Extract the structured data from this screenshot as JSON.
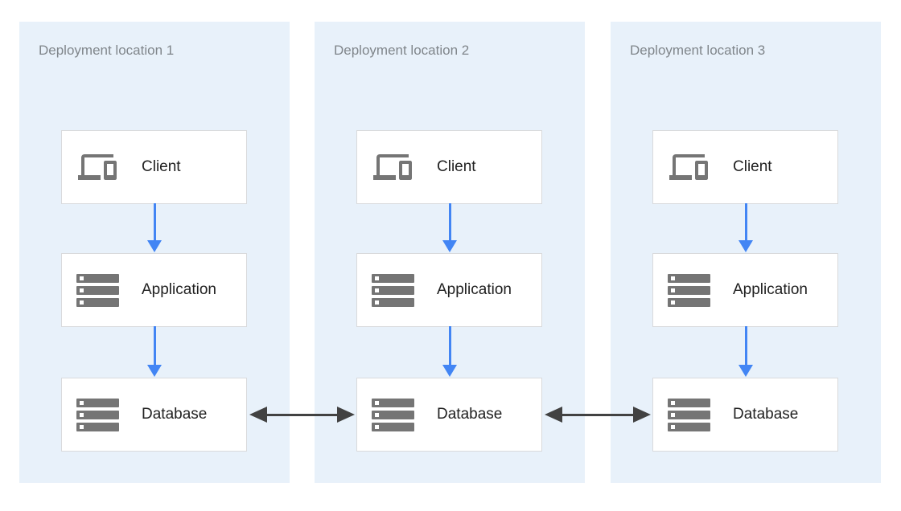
{
  "colors": {
    "panel_bg": "#e8f1fa",
    "box_border": "#d9dadc",
    "icon_gray": "#757575",
    "label_text": "#212121",
    "title_text": "#80868b",
    "flow_arrow": "#4285f4",
    "sync_arrow": "#424242"
  },
  "diagram": {
    "locations": [
      {
        "title": "Deployment location 1",
        "nodes": [
          {
            "label": "Client",
            "icon": "devices-icon"
          },
          {
            "label": "Application",
            "icon": "server-stack-icon"
          },
          {
            "label": "Database",
            "icon": "server-stack-icon"
          }
        ]
      },
      {
        "title": "Deployment location 2",
        "nodes": [
          {
            "label": "Client",
            "icon": "devices-icon"
          },
          {
            "label": "Application",
            "icon": "server-stack-icon"
          },
          {
            "label": "Database",
            "icon": "server-stack-icon"
          }
        ]
      },
      {
        "title": "Deployment location 3",
        "nodes": [
          {
            "label": "Client",
            "icon": "devices-icon"
          },
          {
            "label": "Application",
            "icon": "server-stack-icon"
          },
          {
            "label": "Database",
            "icon": "server-stack-icon"
          }
        ]
      }
    ],
    "flows": [
      {
        "from": "Client",
        "to": "Application",
        "type": "directed-down"
      },
      {
        "from": "Application",
        "to": "Database",
        "type": "directed-down"
      }
    ],
    "db_sync_links": [
      {
        "between": [
          "Deployment location 1 Database",
          "Deployment location 2 Database"
        ],
        "type": "bidirectional"
      },
      {
        "between": [
          "Deployment location 2 Database",
          "Deployment location 3 Database"
        ],
        "type": "bidirectional"
      }
    ]
  }
}
